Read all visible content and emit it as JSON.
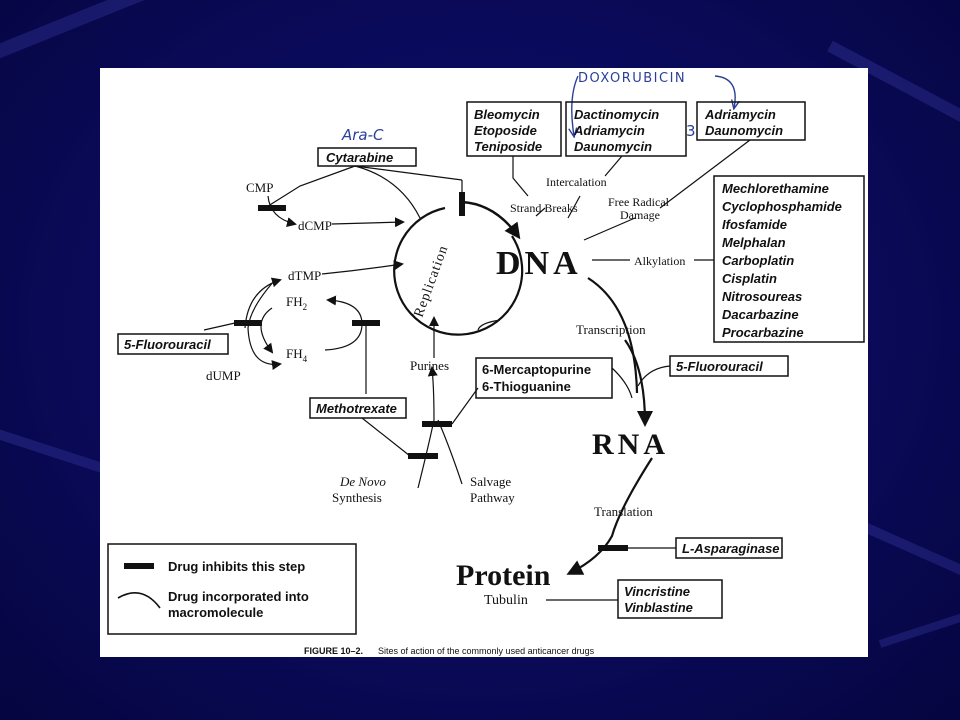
{
  "background": {
    "color": "#0a0a5a",
    "figure_background": "#ffffff",
    "ink": "#111111",
    "handwriting_color": "#2a3f9a"
  },
  "annotations": {
    "doxorubicin": "DOXORUBICIN",
    "ara_c": "Ara-C",
    "footnote_3": "3"
  },
  "main_nodes": {
    "dna": "DNA",
    "rna": "RNA",
    "protein": "Protein",
    "replication": "Replication",
    "tubulin": "Tubulin"
  },
  "process_labels": {
    "transcription": "Transcription",
    "translation": "Translation",
    "intercalation": "Intercalation",
    "strand_breaks": "Strand Breaks",
    "free_radical_1": "Free Radical",
    "free_radical_2": "Damage",
    "alkylation": "Alkylation"
  },
  "metabolites": {
    "cmp": "CMP",
    "dcmp": "dCMP",
    "dtmp": "dTMP",
    "fh2": "FH",
    "fh2_sub": "2",
    "fh4": "FH",
    "fh4_sub": "4",
    "dump": "dUMP",
    "purines": "Purines",
    "de_novo_1": "De Novo",
    "de_novo_2": "Synthesis",
    "salvage_1": "Salvage",
    "salvage_2": "Pathway"
  },
  "drug_boxes": {
    "strand_break_drugs": [
      "Bleomycin",
      "Etoposide",
      "Teniposide"
    ],
    "intercalators": [
      "Dactinomycin",
      "Adriamycin",
      "Daunomycin"
    ],
    "free_radical_drugs": [
      "Adriamycin",
      "Daunomycin"
    ],
    "cytarabine": "Cytarabine",
    "fluorouracil_left": "5-Fluorouracil",
    "methotrexate": "Methotrexate",
    "purine_analogs": [
      "6-Mercaptopurine",
      "6-Thioguanine"
    ],
    "fluorouracil_right": "5-Fluorouracil",
    "alkylating": [
      "Mechlorethamine",
      "Cyclophosphamide",
      "Ifosfamide",
      "Melphalan",
      "Carboplatin",
      "Cisplatin",
      "Nitrosoureas",
      "Dacarbazine",
      "Procarbazine"
    ],
    "asparaginase": "L-Asparaginase",
    "vinca": [
      "Vincristine",
      "Vinblastine"
    ]
  },
  "legend": {
    "inhibits": "Drug inhibits this step",
    "incorporated_1": "Drug incorporated into",
    "incorporated_2": "macromolecule"
  },
  "caption": {
    "label": "FIGURE 10–2.",
    "text": "Sites of action of the commonly used anticancer drugs"
  }
}
